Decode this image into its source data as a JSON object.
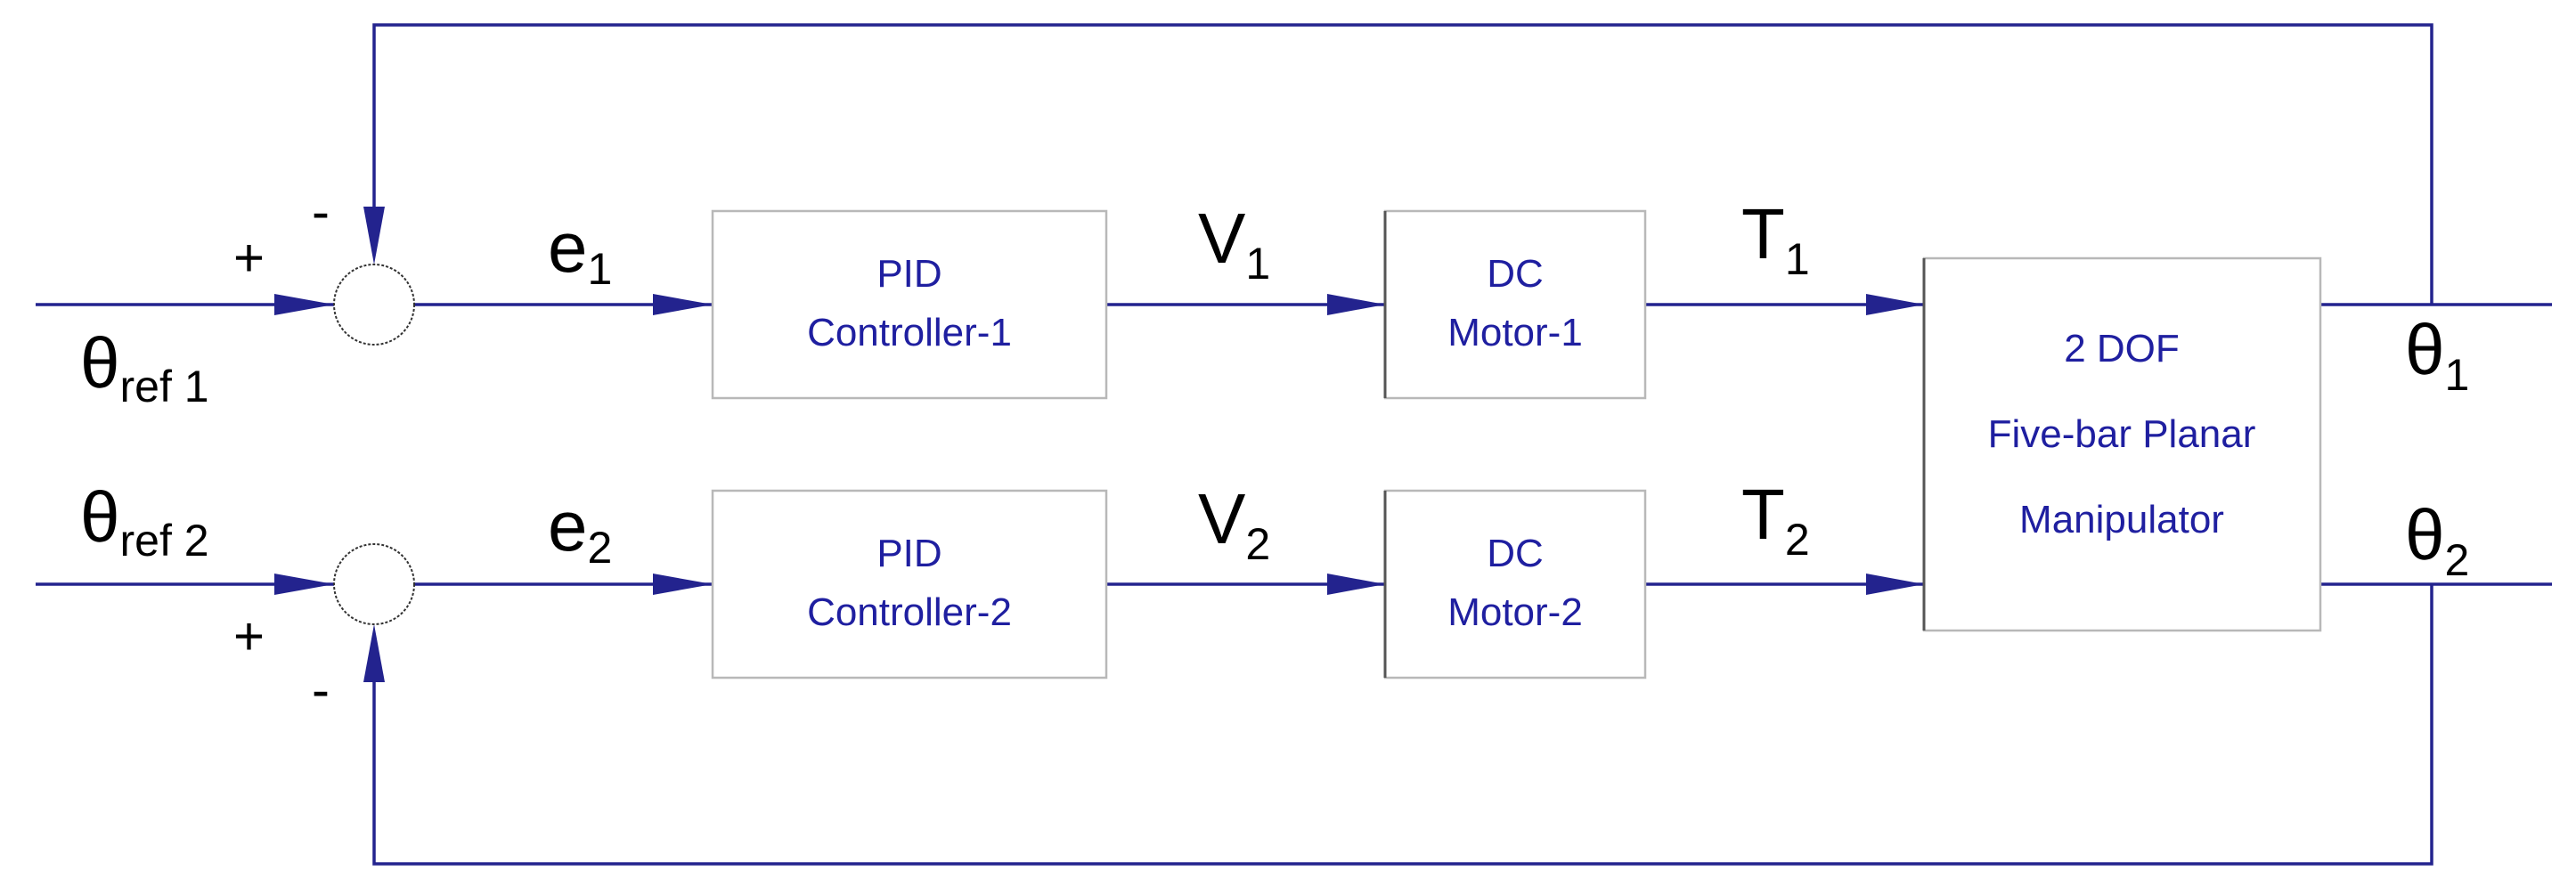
{
  "blocks": {
    "pid1": {
      "line1": "PID",
      "line2": "Controller-1"
    },
    "pid2": {
      "line1": "PID",
      "line2": "Controller-2"
    },
    "motor1": {
      "line1": "DC",
      "line2": "Motor-1"
    },
    "motor2": {
      "line1": "DC",
      "line2": "Motor-2"
    },
    "plant": {
      "line1": "2 DOF",
      "line2": "Five-bar Planar",
      "line3": "Manipulator"
    }
  },
  "signals": {
    "theta_ref1": {
      "symbol": "θ",
      "sub": "ref 1"
    },
    "theta_ref2": {
      "symbol": "θ",
      "sub": "ref  2"
    },
    "e1": {
      "symbol": "e",
      "sub": "1"
    },
    "e2": {
      "symbol": "e",
      "sub": "2"
    },
    "v1": {
      "symbol": "V",
      "sub": "1"
    },
    "v2": {
      "symbol": "V",
      "sub": "2"
    },
    "t1": {
      "symbol": "T",
      "sub": "1"
    },
    "t2": {
      "symbol": "T",
      "sub": "2"
    },
    "theta1": {
      "symbol": "θ",
      "sub": "1"
    },
    "theta2": {
      "symbol": "θ",
      "sub": "2"
    }
  },
  "sum_signs": {
    "sum1_plus": "+",
    "sum1_minus": "-",
    "sum2_plus": "+",
    "sum2_minus": "-"
  }
}
